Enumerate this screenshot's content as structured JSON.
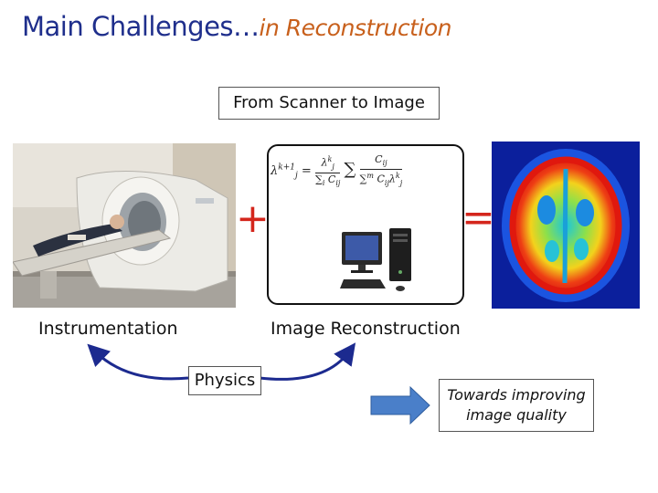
{
  "title": {
    "main": "Main Challenges…",
    "sub": "in Reconstruction"
  },
  "scanner_to_image": "From Scanner to Image",
  "labels": {
    "instrumentation": "Instrumentation",
    "reconstruction": "Image Reconstruction"
  },
  "physics": "Physics",
  "quality_note": {
    "line1": "Towards improving",
    "line2": "image quality"
  },
  "formula": {
    "lhs": "λ",
    "lhs_sup": "k+1",
    "lhs_sub": "j",
    "rhs_lambda": "λ",
    "num": "C",
    "sum": "∑"
  },
  "operators": {
    "plus": "+",
    "equals": "="
  },
  "icons": [
    "ct-scanner-photo",
    "computer-icon",
    "pet-brain-image",
    "double-curved-arrow",
    "right-block-arrow"
  ],
  "colors": {
    "title": "#1f2f8c",
    "subtitle": "#c8601c",
    "operator": "#d4261c",
    "curve": "#1c2a8f",
    "block_arrow": "#4a7fc9"
  }
}
